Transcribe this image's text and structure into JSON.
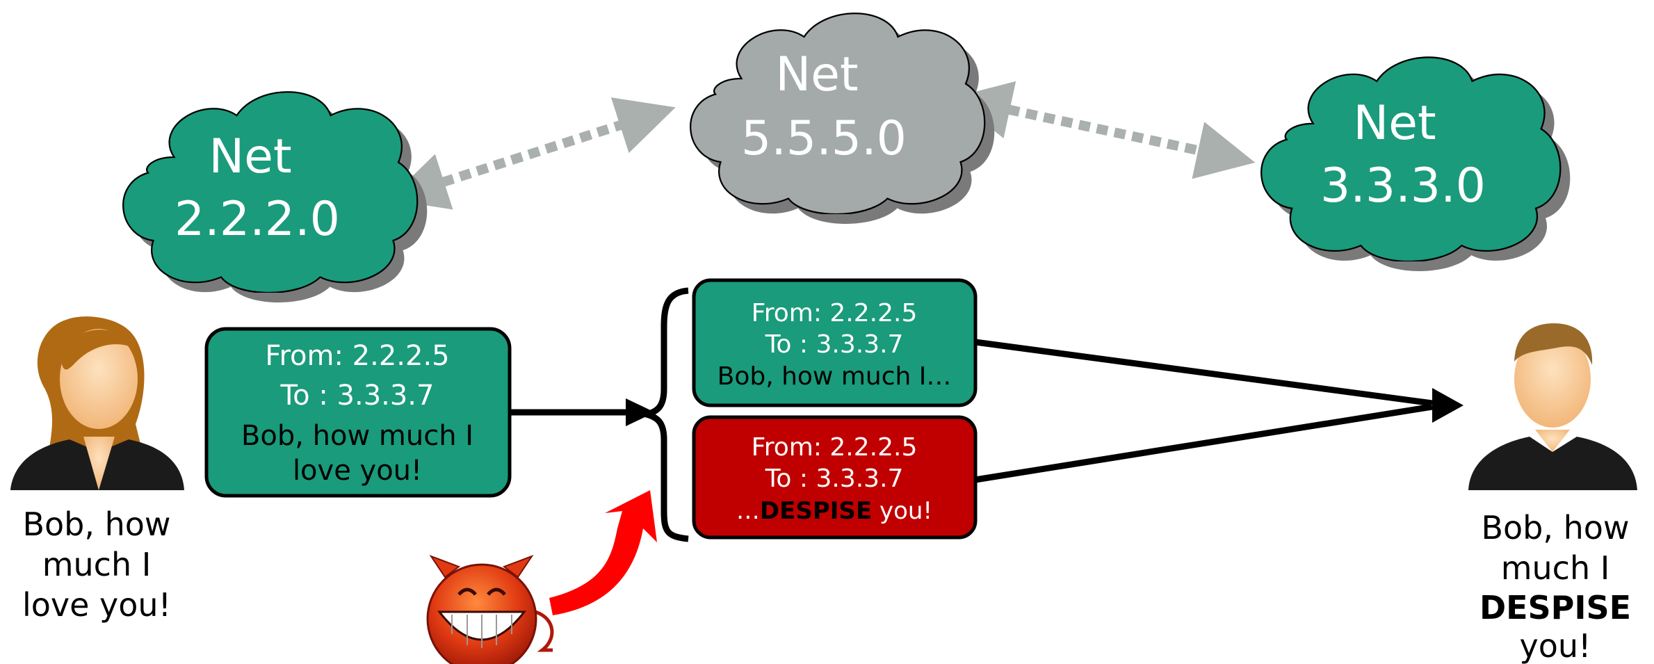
{
  "colors": {
    "net_green": "#1a9b7b",
    "net_gray": "#a4aaa9",
    "shadow": "#7a7a7a",
    "forged_red": "#c00000",
    "arrow_gray": "#a9b0ae",
    "arrow_red": "#ff0000"
  },
  "networks": [
    {
      "label": "Net",
      "address": "2.2.2.0"
    },
    {
      "label": "Net",
      "address": "5.5.5.0"
    },
    {
      "label": "Net",
      "address": "3.3.3.0"
    }
  ],
  "original_packet": {
    "from": "From: 2.2.2.5",
    "to": "To : 3.3.3.7",
    "body_line1": "Bob, how much I",
    "body_line2": "love you!"
  },
  "copy_packet": {
    "from": "From: 2.2.2.5",
    "to": "To : 3.3.3.7",
    "body": "Bob, how much I…"
  },
  "forged_packet": {
    "from": "From: 2.2.2.5",
    "to": "To : 3.3.3.7",
    "body_prefix": "…",
    "body_bold": "DESPISE",
    "body_suffix": " you!"
  },
  "alice_caption": [
    "Bob, how",
    "much I",
    "love you!"
  ],
  "bob_caption": [
    "Bob, how",
    "much I",
    "DESPISE",
    "you!"
  ],
  "icons": {
    "sender": "woman-avatar-icon",
    "receiver": "man-avatar-icon",
    "attacker": "devil-smiley-icon"
  }
}
